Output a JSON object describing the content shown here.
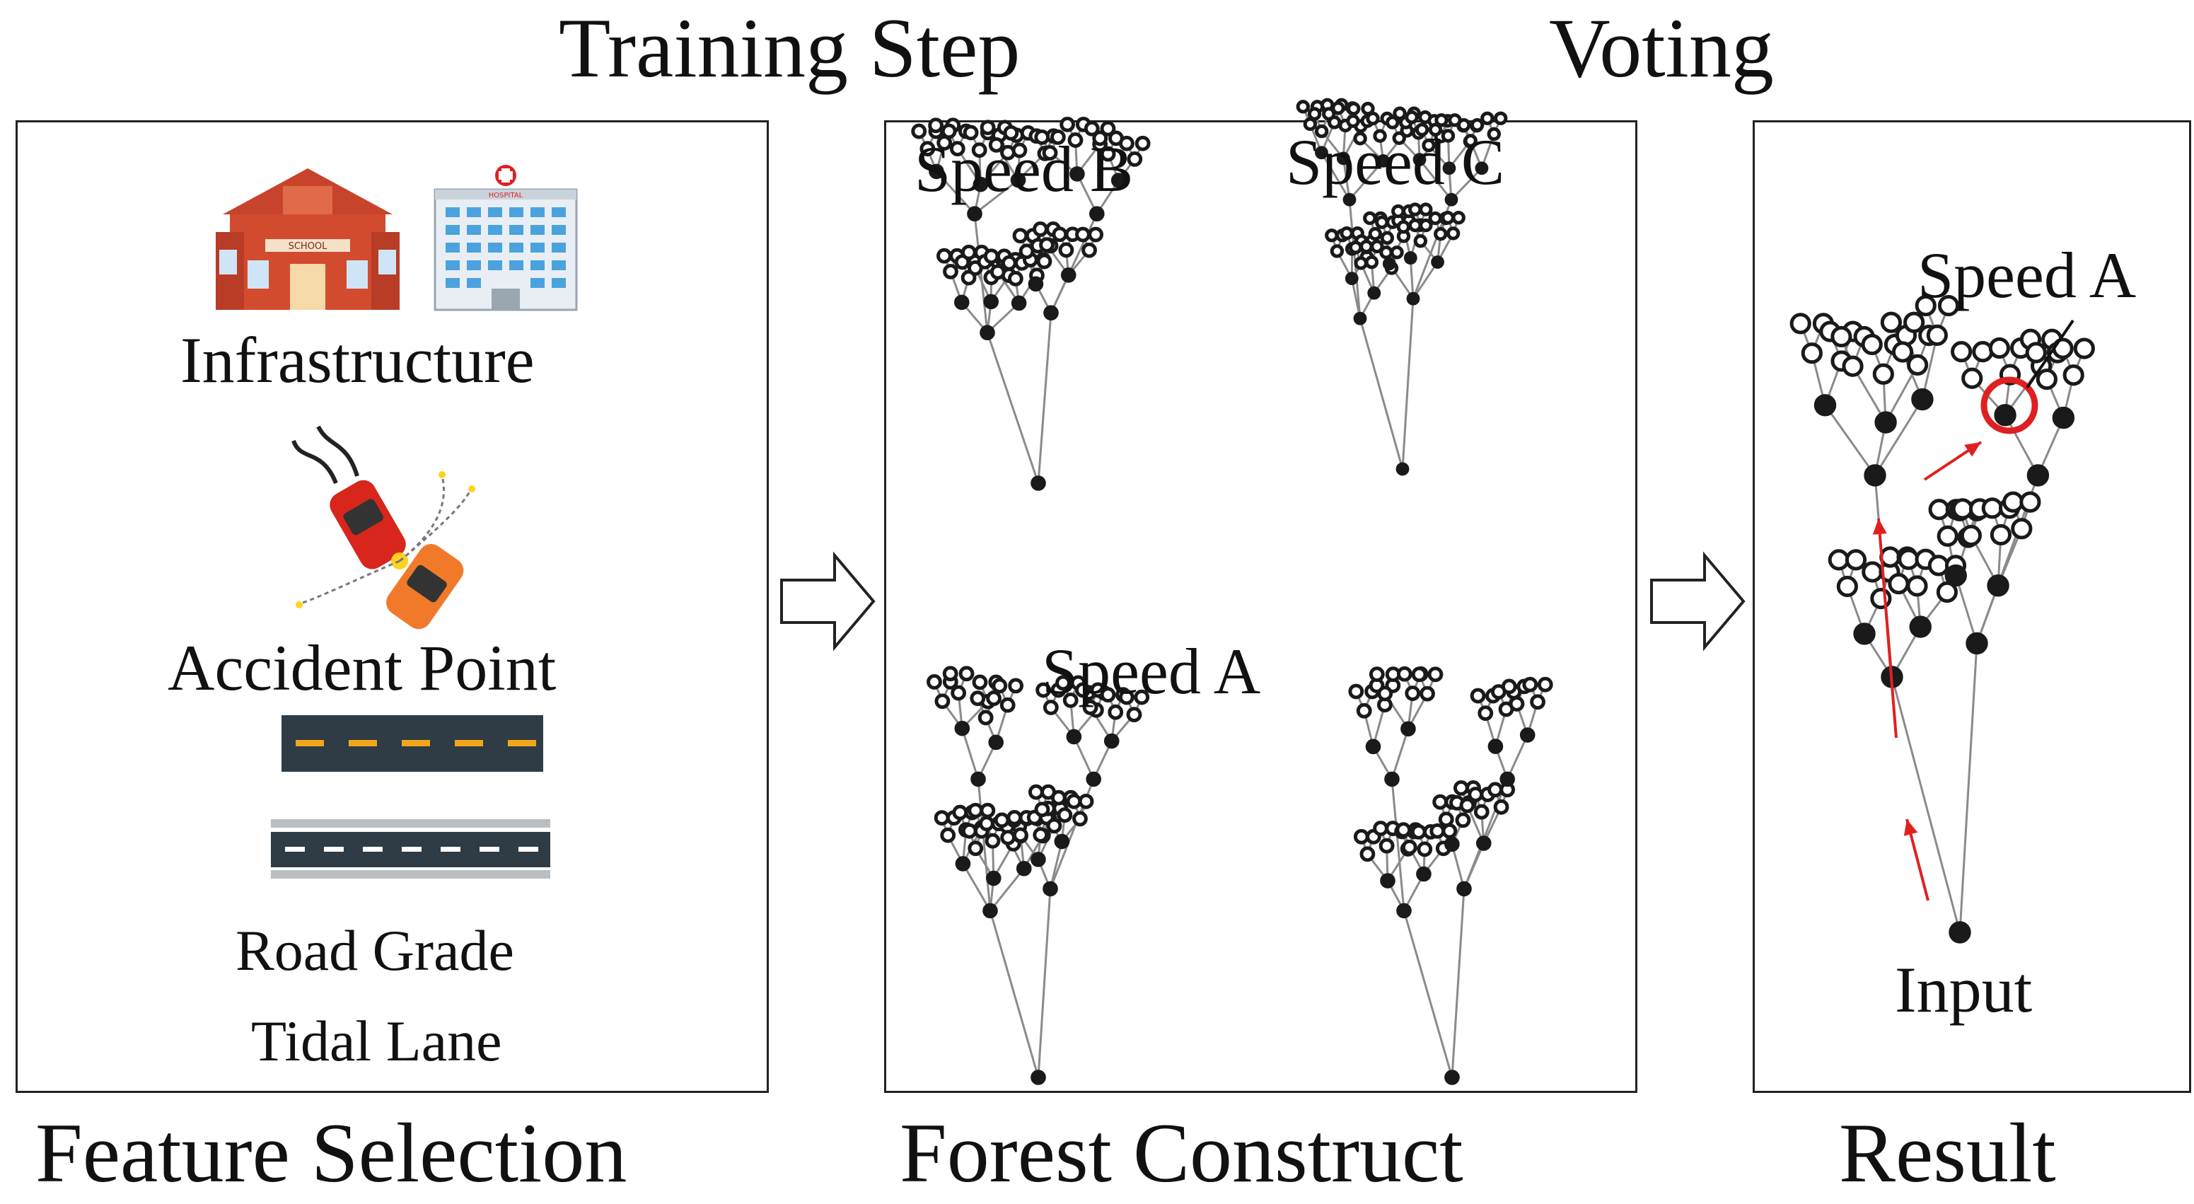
{
  "titles": {
    "training_step": "Training Step",
    "voting": "Voting"
  },
  "captions": {
    "feature_selection": "Feature Selection",
    "forest_construct": "Forest Construct",
    "result": "Result"
  },
  "features": {
    "infrastructure": "Infrastructure",
    "accident_point": "Accident Point",
    "road_grade": "Road Grade",
    "tidal_lane": "Tidal Lane",
    "school_sign": "SCHOOL",
    "hospital_sign": "HOSPITAL"
  },
  "forest": {
    "trees": [
      {
        "label": "Speed B"
      },
      {
        "label": "Speed C"
      },
      {
        "label": "Speed A"
      }
    ]
  },
  "result": {
    "output_label": "Speed A",
    "input_label": "Input"
  },
  "colors": {
    "highlight": "#e02020",
    "school_red": "#c8432b",
    "road_dark": "#2f3b45",
    "accident_car_red": "#d9261c",
    "accident_car_orange": "#f07a2a"
  }
}
